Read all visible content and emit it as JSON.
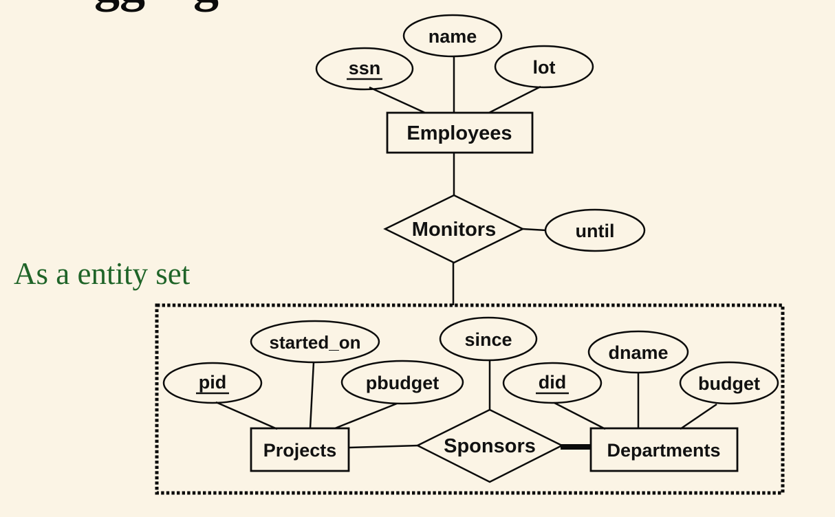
{
  "colors": {
    "background": "#FBF4E5",
    "stroke": "#0b0b0b",
    "caption_green": "#1F6428"
  },
  "clipped_title": {
    "note": "only descenders of letters visible at top edge",
    "fragment1": "gg",
    "fragment2": "g"
  },
  "caption": {
    "text": "As a entity set",
    "color": "#1F6428"
  },
  "diagram": {
    "entities": {
      "employees": {
        "label": "Employees"
      },
      "projects": {
        "label": "Projects"
      },
      "departments": {
        "label": "Departments"
      }
    },
    "relationships": {
      "monitors": {
        "label": "Monitors"
      },
      "sponsors": {
        "label": "Sponsors"
      }
    },
    "attributes": {
      "ssn": {
        "label": "ssn",
        "key": true
      },
      "name": {
        "label": "name",
        "key": false
      },
      "lot": {
        "label": "lot",
        "key": false
      },
      "until": {
        "label": "until",
        "key": false
      },
      "pid": {
        "label": "pid",
        "key": true
      },
      "started_on": {
        "label": "started_on",
        "key": false
      },
      "pbudget": {
        "label": "pbudget",
        "key": false
      },
      "since": {
        "label": "since",
        "key": false
      },
      "did": {
        "label": "did",
        "key": true
      },
      "dname": {
        "label": "dname",
        "key": false
      },
      "budget": {
        "label": "budget",
        "key": false
      }
    }
  }
}
